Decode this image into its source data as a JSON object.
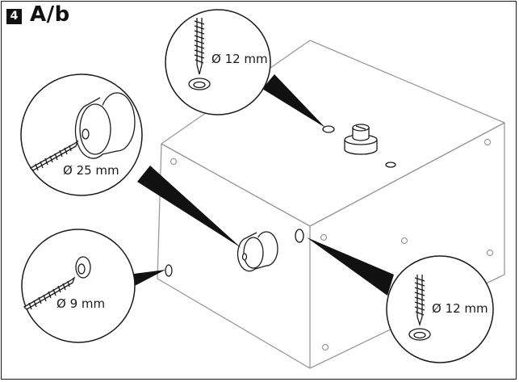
{
  "step": {
    "number": "4",
    "title": "A/b"
  },
  "callouts": {
    "top": {
      "diameter": "Ø 12 mm"
    },
    "left_upper": {
      "diameter": "Ø 25 mm"
    },
    "left_lower": {
      "diameter": "Ø 9 mm"
    },
    "right_lower": {
      "diameter": "Ø 12 mm"
    }
  },
  "colors": {
    "line": "#1a1a1a",
    "box_line": "#9a9a9a",
    "background": "#ffffff"
  },
  "icons": [
    "screw-icon",
    "grommet-icon",
    "hole-icon",
    "screw-cap-icon"
  ]
}
